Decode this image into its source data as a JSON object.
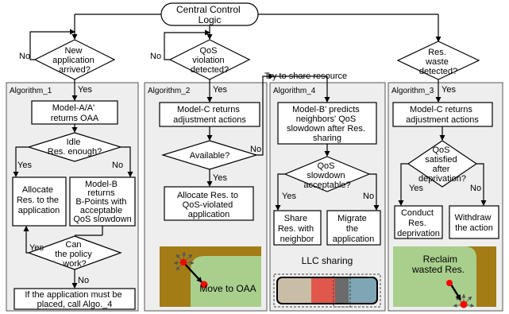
{
  "title": [
    "Central Control",
    "Logic"
  ],
  "top_decisions": {
    "new_app": [
      "New",
      "application",
      "arrived?"
    ],
    "qos_violation": [
      "QoS",
      "violation",
      "detected?"
    ],
    "res_waste": [
      "Res.",
      "waste",
      "detected?"
    ]
  },
  "labels": {
    "yes": "Yes",
    "no": "No",
    "try_share": "Try to share resource"
  },
  "algorithm_1": {
    "title": "Algorithm_1",
    "model_a": [
      "Model-A/A'",
      "returns OAA"
    ],
    "idle_check": [
      "Idle",
      "Res. enough?"
    ],
    "allocate": [
      "Allocate",
      "Res. to the",
      "application"
    ],
    "model_b": [
      "Model-B",
      "returns",
      "B-Points with",
      "acceptable",
      "QoS slowdown"
    ],
    "policy_check": [
      "Can",
      "the policy",
      "work?"
    ],
    "fallback": [
      "If the application must be",
      "placed, call Algo._4"
    ]
  },
  "algorithm_2": {
    "title": "Algorithm_2",
    "model_c": [
      "Model-C returns",
      "adjustment actions"
    ],
    "available": "Available?",
    "allocate": [
      "Allocate Res. to",
      "QoS-violated",
      "application"
    ],
    "illustration": "Move to OAA"
  },
  "algorithm_4": {
    "title": "Algorithm_4",
    "model_b2": [
      "Model-B' predicts",
      "neighbors' QoS",
      "slowdown after Res.",
      "sharing"
    ],
    "acceptable": [
      "QoS",
      "slowdown",
      "acceptable?"
    ],
    "share": [
      "Share",
      "Res. with",
      "neighbor"
    ],
    "migrate": [
      "Migrate",
      "the",
      "application"
    ],
    "illustration": "LLC sharing"
  },
  "algorithm_3": {
    "title": "Algorithm_3",
    "model_c": [
      "Model-C returns",
      "adjustment actions"
    ],
    "qos_check": [
      "QoS",
      "satisfied",
      "after",
      "deprivation?"
    ],
    "conduct": [
      "Conduct",
      "Res.",
      "deprivation"
    ],
    "withdraw": [
      "Withdraw",
      "the action"
    ],
    "illustration": [
      "Reclaim",
      "wasted Res."
    ]
  },
  "colors": {
    "panel_bg": "#eeeeee",
    "region_brown": "#a37c16",
    "region_green": "#a9cf8d",
    "dot_red": "#ff0000",
    "llc_beige": "#c9bda6",
    "llc_red": "#e0584b",
    "llc_dark": "#6b6b6b",
    "llc_blue": "#7ea6b5"
  }
}
